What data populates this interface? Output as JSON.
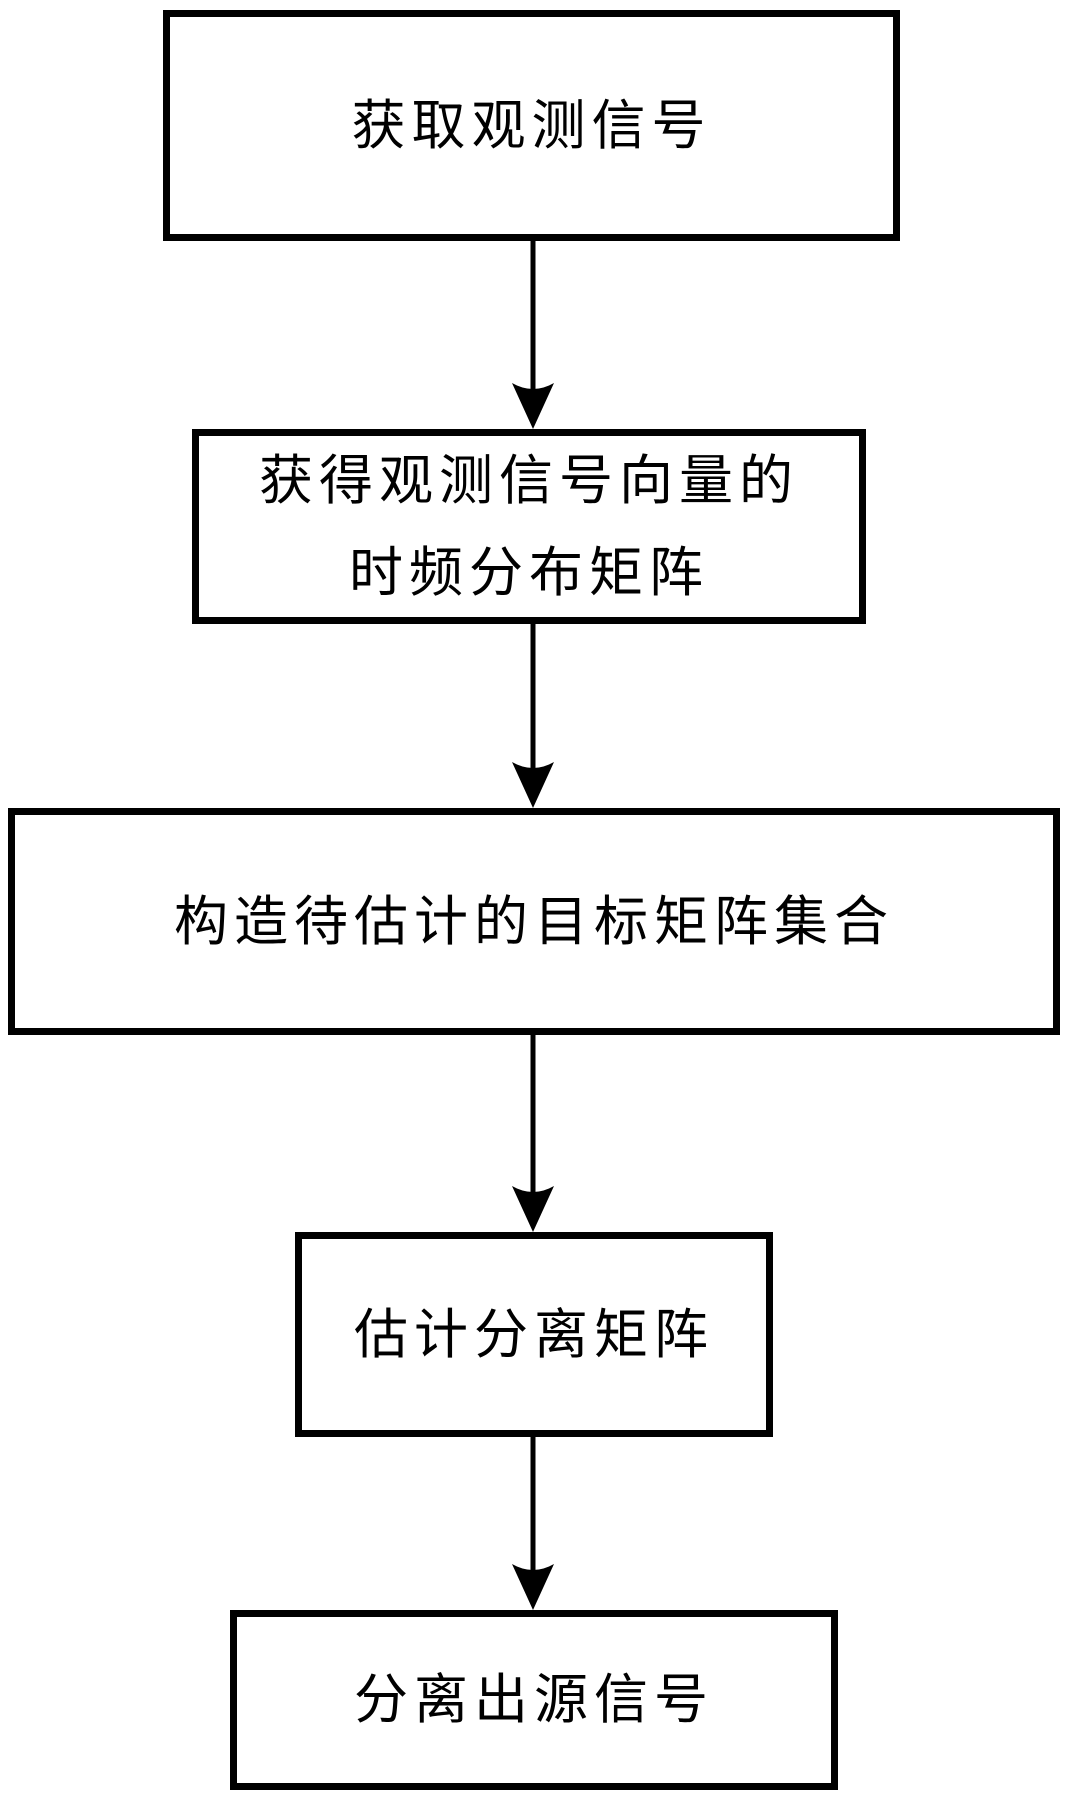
{
  "figure": {
    "type": "flowchart",
    "direction": "top-down",
    "background_color": "#ffffff",
    "line_color": "#000000",
    "text_color": "#000000"
  },
  "flowchart": {
    "steps": [
      {
        "id": 1,
        "lines": [
          "获取观测信号"
        ]
      },
      {
        "id": 2,
        "lines": [
          "获得观测信号向量的",
          "时频分布矩阵"
        ]
      },
      {
        "id": 3,
        "lines": [
          "构造待估计的目标矩阵集合"
        ]
      },
      {
        "id": 4,
        "lines": [
          "估计分离矩阵"
        ]
      },
      {
        "id": 5,
        "lines": [
          "分离出源信号"
        ]
      }
    ],
    "connections": [
      {
        "from": 1,
        "to": 2
      },
      {
        "from": 2,
        "to": 3
      },
      {
        "from": 3,
        "to": 4
      },
      {
        "from": 4,
        "to": 5
      }
    ]
  }
}
